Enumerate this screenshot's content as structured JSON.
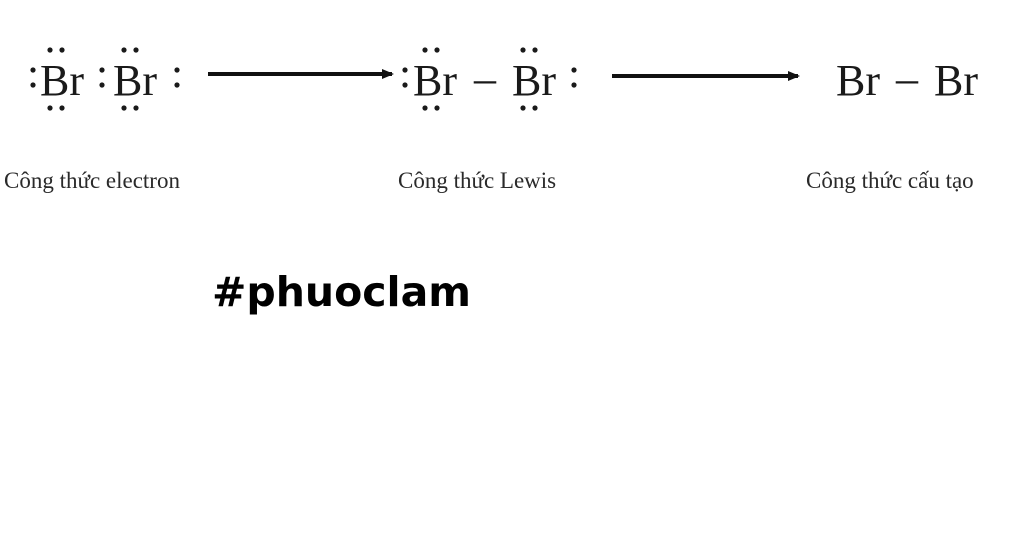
{
  "diagram": {
    "stages": [
      {
        "atom_left": "Br",
        "atom_right": "Br",
        "caption": "Công thức electron"
      },
      {
        "atom_left": "Br",
        "bond": "–",
        "atom_right": "Br",
        "caption": "Công thức Lewis"
      },
      {
        "atom_left": "Br",
        "bond": "–",
        "atom_right": "Br",
        "caption": "Công thức cấu tạo"
      }
    ]
  },
  "hashtag": "#phuoclam",
  "colors": {
    "text": "#1a1a1a",
    "arrow": "#111111",
    "background": "#ffffff"
  }
}
